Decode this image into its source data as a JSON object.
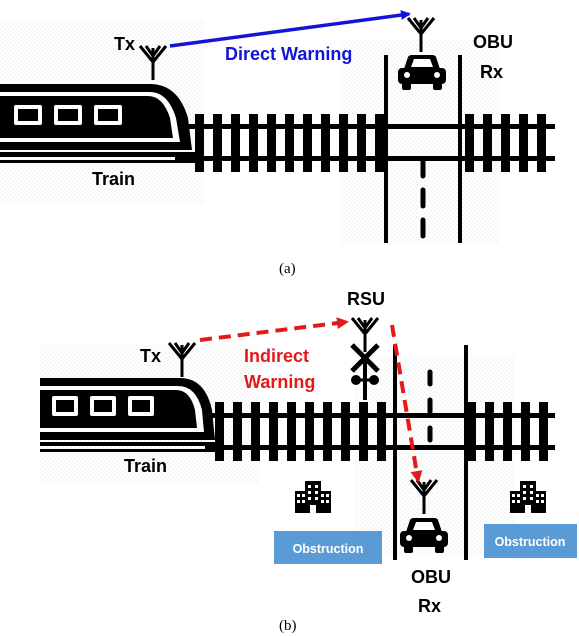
{
  "panel_a": {
    "tx_label": "Tx",
    "train_label": "Train",
    "warning_label": "Direct Warning",
    "obu_label": "OBU",
    "rx_label": "Rx",
    "caption": "(a)",
    "warning_color": "#1414d8"
  },
  "panel_b": {
    "tx_label": "Tx",
    "train_label": "Train",
    "rsu_label": "RSU",
    "warning_line1": "Indirect",
    "warning_line2": "Warning",
    "obu_label": "OBU",
    "rx_label": "Rx",
    "obstruction_left": "Obstruction",
    "obstruction_right": "Obstruction",
    "caption": "(b)",
    "warning_color": "#e41a1a",
    "obstruction_color": "#5b9bd5"
  },
  "icons": [
    "antenna-icon",
    "train-icon",
    "car-icon",
    "building-icon",
    "crossing-sign-icon"
  ]
}
